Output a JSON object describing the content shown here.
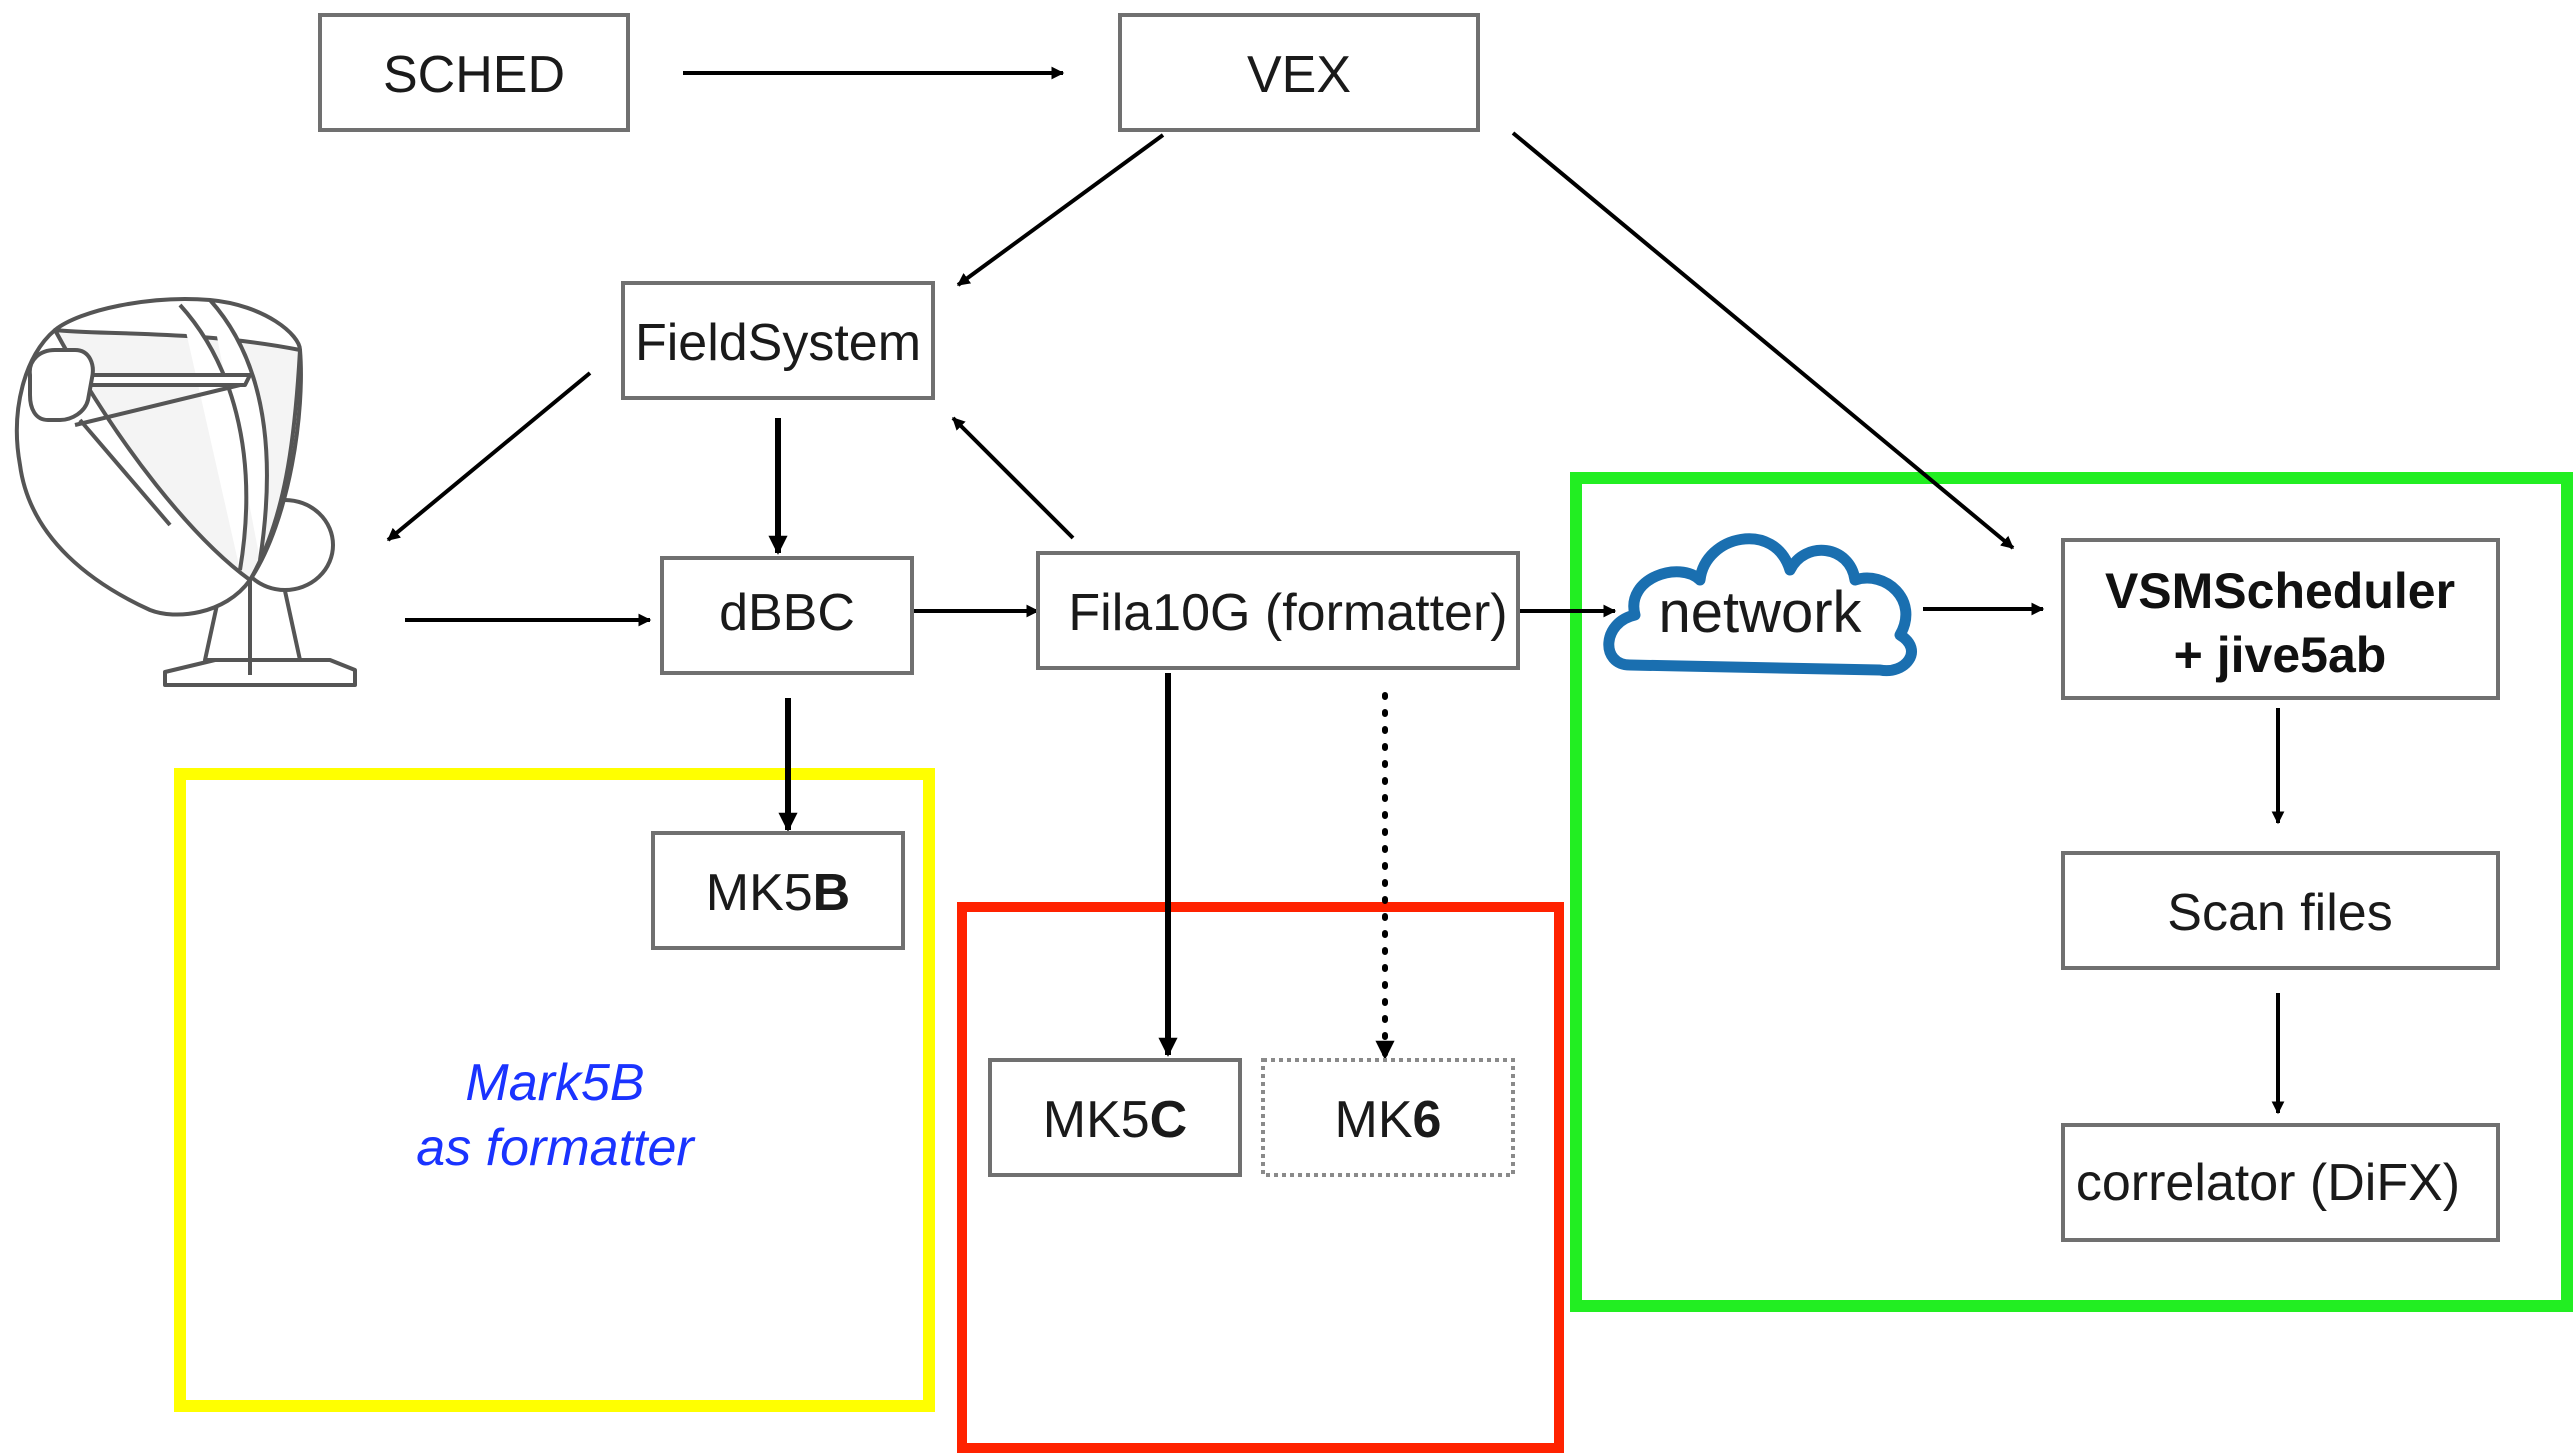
{
  "nodes": {
    "sched": "SCHED",
    "vex": "VEX",
    "fieldsystem": "FieldSystem",
    "dbbc": "dBBC",
    "fila10g": "Fila10G (formatter)",
    "network": "network",
    "vsm_line1": "VSMScheduler",
    "vsm_line2": "+ jive5ab",
    "scan_files": "Scan files",
    "correlator": "correlator (DiFX)",
    "mk5b_prefix": "MK5",
    "mk5b_suffix": "B",
    "mk5c_prefix": "MK5",
    "mk5c_suffix": "C",
    "mk6_prefix": "MK",
    "mk6_suffix": "6"
  },
  "notes": {
    "mark5b_line1": "Mark5B",
    "mark5b_line2": "as formatter"
  },
  "icons": {
    "antenna": "radio-telescope-dish-icon",
    "network": "cloud-icon"
  },
  "colors": {
    "yellow_region": "#ffff00",
    "red_region": "#ff2200",
    "green_region": "#22ee22",
    "note_text": "#1a33ff",
    "cloud": "#1a6fb0",
    "box_border": "#707070"
  }
}
